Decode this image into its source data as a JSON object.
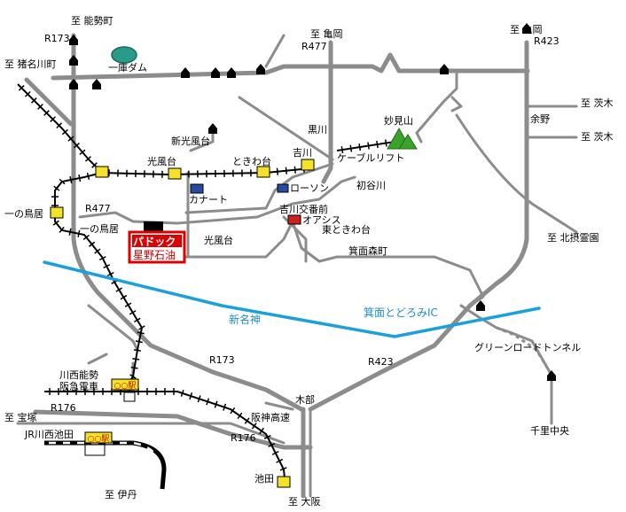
{
  "map": {
    "destinations": {
      "nose_cho": "至 能勢町",
      "inagawa_cho": "至 猪名川町",
      "kameoka_center": "至 亀岡",
      "kameoka_right": "至 亀岡",
      "ibaraki_1": "至 茨木",
      "ibaraki_2": "至 茨木",
      "hokusetsu_reien": "至 北摂霊園",
      "takarazuka": "至 宝塚",
      "itami": "至 伊丹",
      "osaka": "至 大阪"
    },
    "routes": {
      "r173_top": "R173",
      "r477_top": "R477",
      "r423_top": "R423",
      "r477_mid": "R477",
      "r173_bottom": "R173",
      "r423_bottom": "R423",
      "r176_left": "R176",
      "r176_bottom": "R176"
    },
    "places": {
      "hitokura_dam": "一庫ダム",
      "kurokawa": "黒川",
      "myokenzan": "妙見山",
      "shin_kofudai": "新光風台",
      "kofudai_station": "光風台",
      "tokiwadai_station": "ときわ台",
      "yoshikawa_station": "吉川",
      "cable_lift": "ケーブルリフト",
      "hatsutanigawa": "初谷川",
      "kanart": "カナート",
      "lawson": "ローソン",
      "yoshikawa_koban": "吉川交番前",
      "oasis": "オアシス",
      "higashi_tokiwadai": "東ときわ台",
      "ichinotorii_station": "一の鳥居",
      "ichinotorii_road": "一の鳥居",
      "kofudai_area": "光風台",
      "mino_morimachi": "箕面森町",
      "yono": "余野",
      "kawanishi_nose_1": "川西能勢",
      "kawanishi_nose_2": "阪急電車",
      "jr_kawanishi_ikeda": "JR川西池田",
      "kibe": "木部",
      "hanshin_expressway": "阪神高速",
      "ikeda": "池田",
      "green_road_tunnel": "グリーンロードトンネル",
      "senri_chuo": "千里中央"
    },
    "expressway": {
      "shin_meishin": "新名神",
      "mino_todoromi_ic": "箕面とどろみIC"
    },
    "destination_sign": {
      "line1": "パドック",
      "line2": "星野石油"
    },
    "station_sign_text": "○○駅",
    "colors": {
      "road": "#8c8c8c",
      "railway": "#000000",
      "expressway": "#1aa0dc",
      "destination_red": "#dd0000",
      "dam_water": "#2a9a8a",
      "mountain_green": "#3aa12a"
    }
  }
}
